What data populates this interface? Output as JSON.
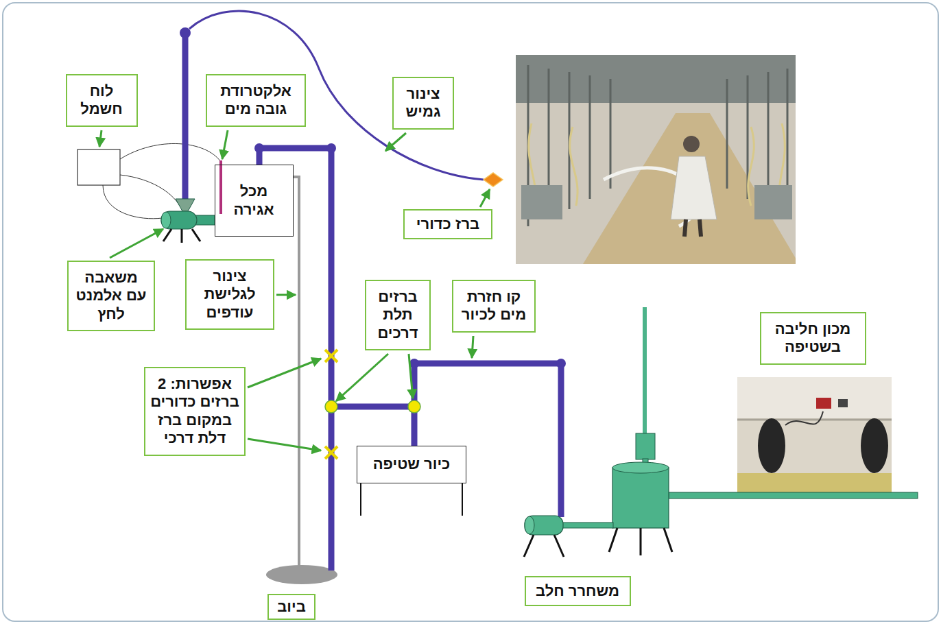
{
  "diagram": {
    "nodes": [
      {
        "text": [
          "צינור גמיש"
        ]
      },
      {
        "text": [
          "אלקטרודת גובה מים"
        ]
      },
      {
        "text": [
          "לוח חשמל"
        ]
      },
      {
        "text": [
          "מכל אגירה"
        ]
      },
      {
        "text": [
          "ברז כדורי"
        ]
      },
      {
        "text": [
          "מכון חליבה בשטיפה"
        ]
      },
      {
        "text": [
          "קו חזרת מים לכיור"
        ]
      },
      {
        "text": [
          "ברזים תלת דרכים"
        ]
      },
      {
        "text": [
          "צינור לגלישת עודפים"
        ]
      },
      {
        "text": [
          "משאבה עם אלמנט לחץ"
        ]
      },
      {
        "text": [
          "אפשרות: 2 ברזים כדורים במקום ברז דלת דרכי"
        ]
      },
      {
        "text": [
          "כיור שטיפה"
        ]
      },
      {
        "text": [
          "משחרר חלב"
        ]
      },
      {
        "text": [
          "ביוב"
        ]
      }
    ]
  }
}
